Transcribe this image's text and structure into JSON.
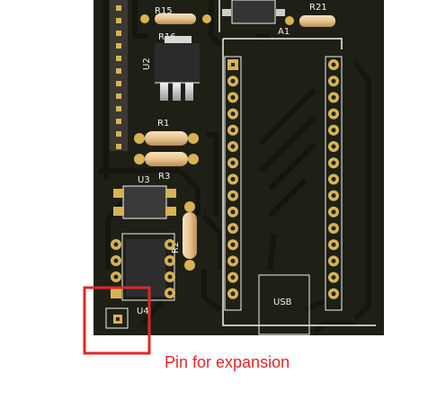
{
  "labels": {
    "r15": "R15",
    "r21": "R21",
    "r16": "R16",
    "a1": "A1",
    "u2": "U2",
    "r1": "R1",
    "r3": "R3",
    "u3": "U3",
    "r2": "R2",
    "u4": "U4",
    "usb": "USB"
  },
  "annotation": {
    "text": "Pin for expansion"
  },
  "colors": {
    "board": "#1e2016",
    "copper": "#14160f",
    "silkscreen": "#f2f2f2",
    "highlight": "#e32626",
    "pad": "#c9a33c"
  }
}
